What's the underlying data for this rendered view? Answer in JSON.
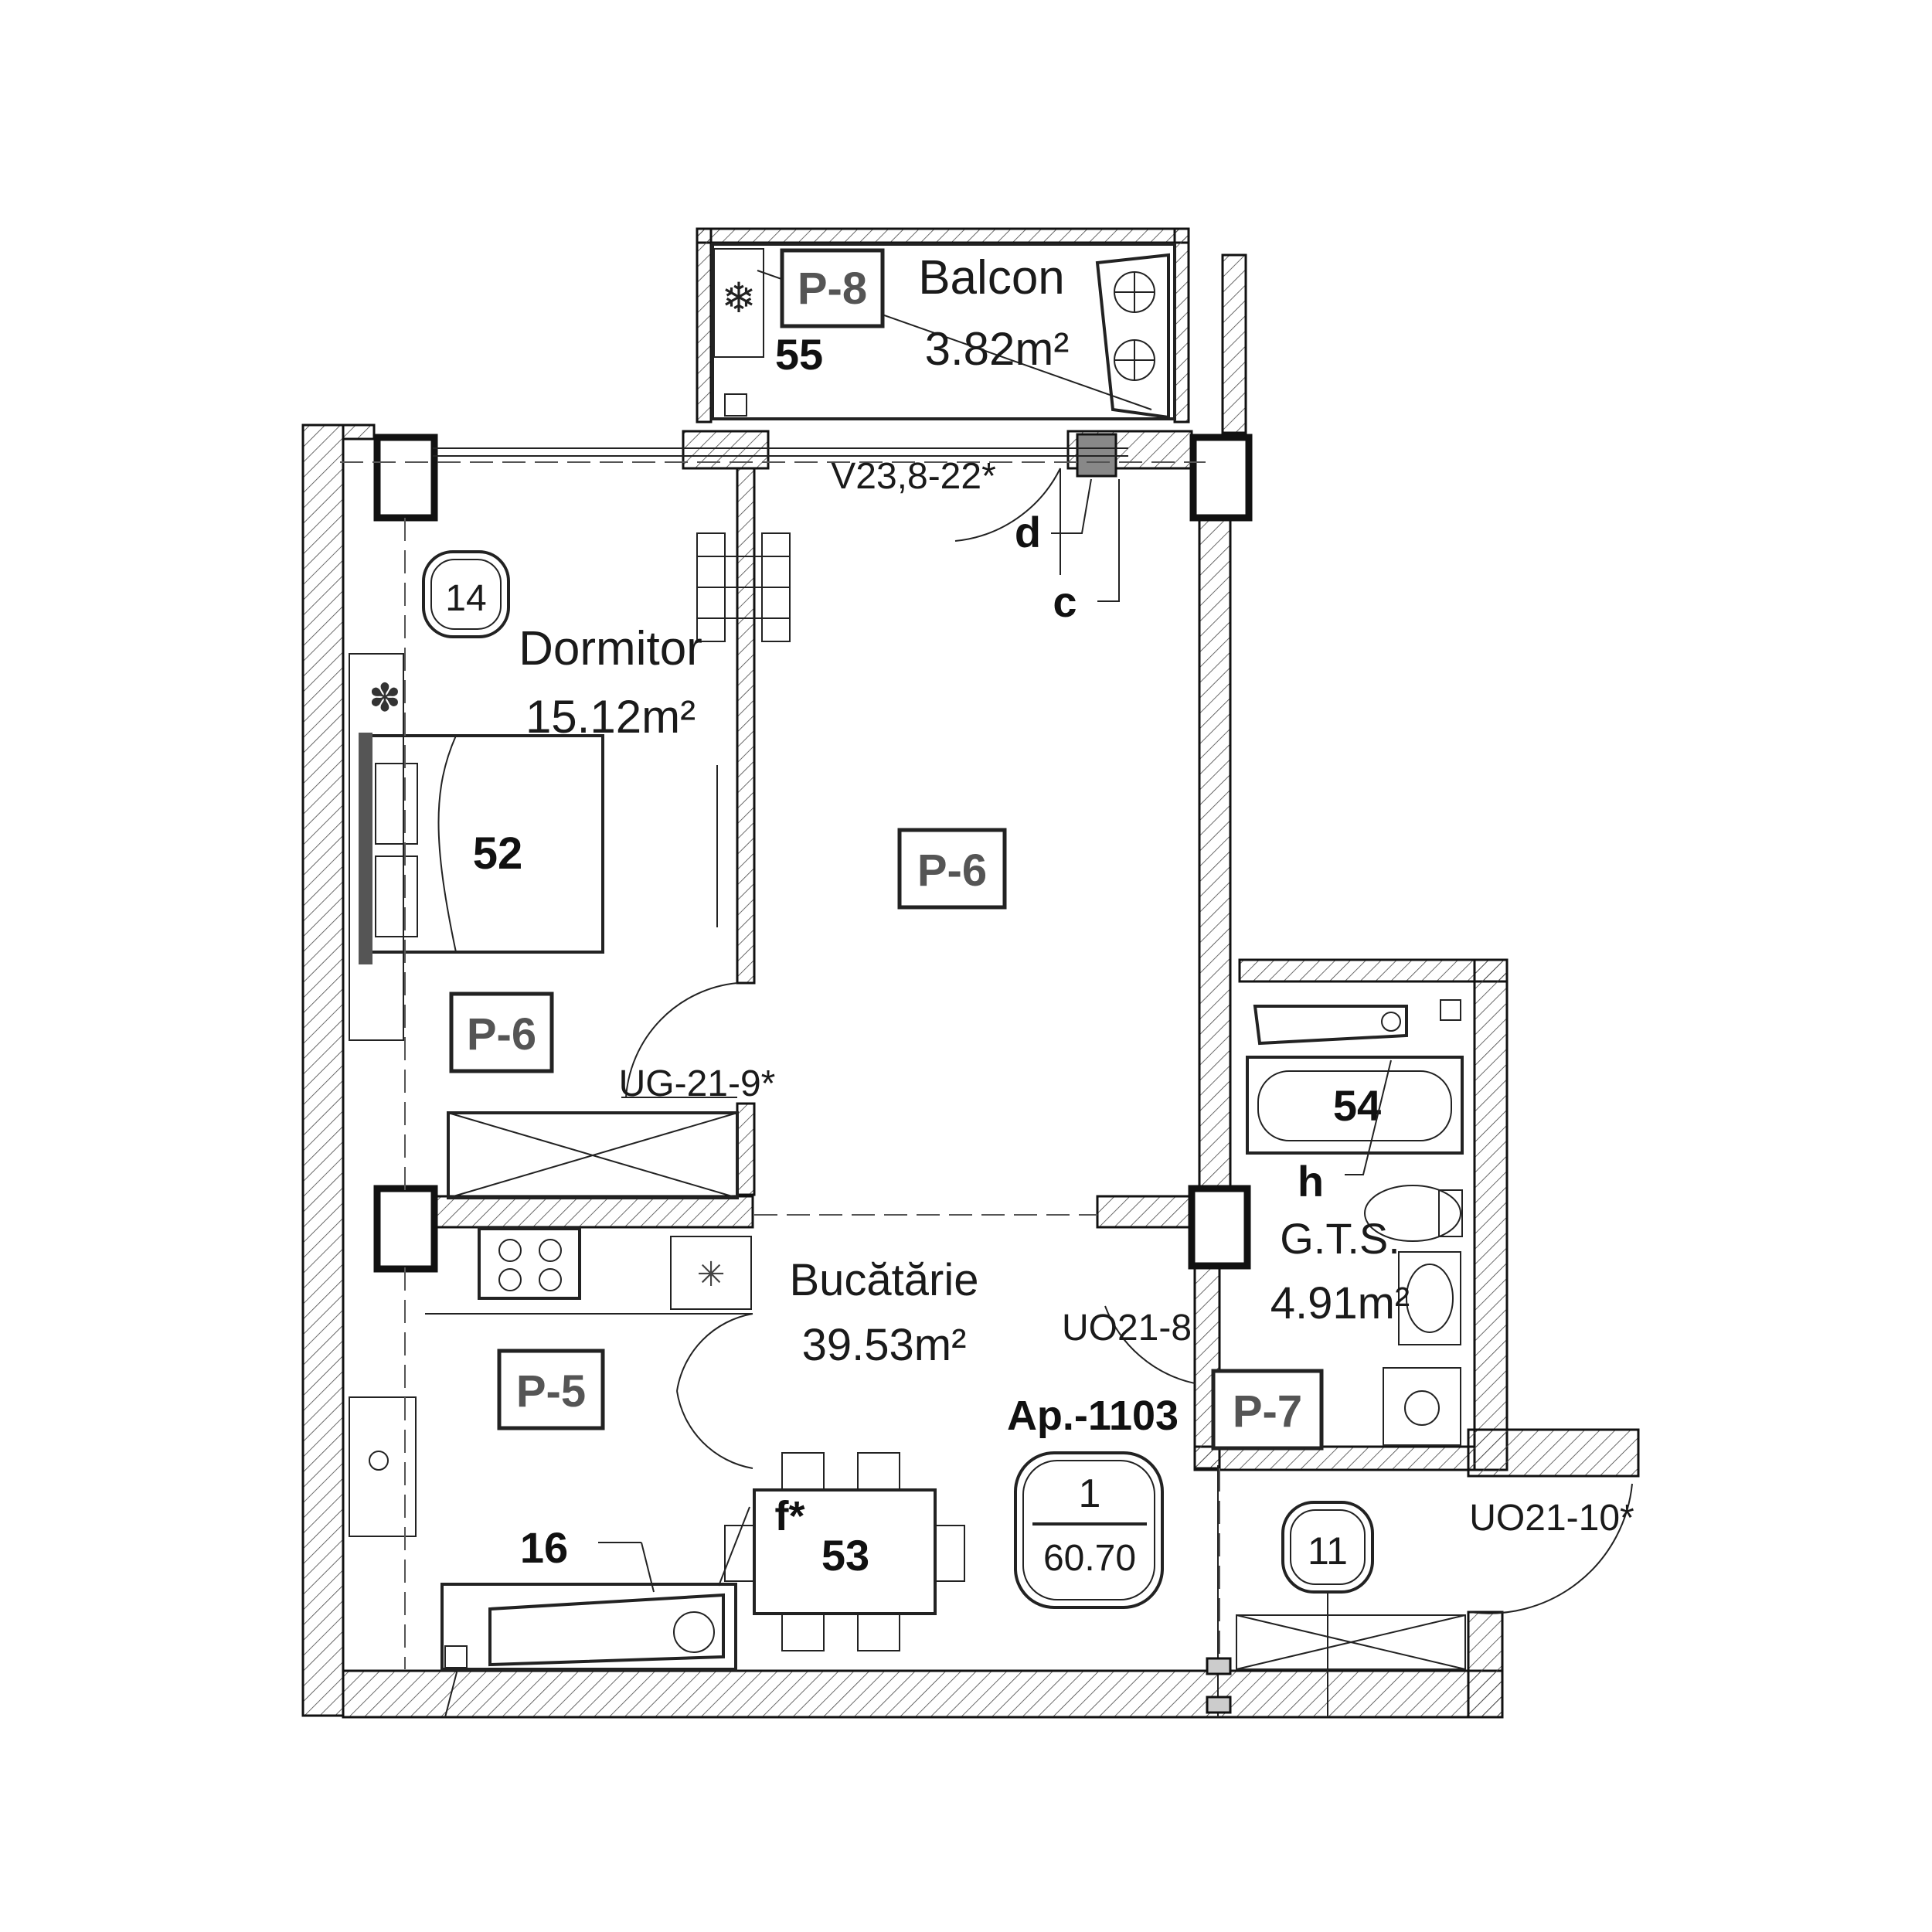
{
  "apartment": {
    "id": "Ap.-1103",
    "rooms_count": "1",
    "total_area": "60.70"
  },
  "rooms": {
    "balcony": {
      "name": "Balcon",
      "area": "3.82m²"
    },
    "bedroom": {
      "name": "Dormitor",
      "area": "15.12m²"
    },
    "kitchen": {
      "name": "Bucătărie",
      "area": "39.53m²"
    },
    "bathroom": {
      "name": "G.T.S.",
      "area": "4.91m²"
    }
  },
  "tags": {
    "p8": "P-8",
    "p6_bedroom": "P-6",
    "p6_living": "P-6",
    "p5": "P-5",
    "p7": "P-7"
  },
  "markers": {
    "m14": "14",
    "m11": "11"
  },
  "numbers": {
    "n55": "55",
    "n52": "52",
    "n54": "54",
    "n53": "53",
    "n16": "16"
  },
  "letters": {
    "d": "d",
    "c": "c",
    "h": "h",
    "f": "f*"
  },
  "door_codes": {
    "window": "V23,8-22*",
    "bedroom_door": "UG-21-9*",
    "bath_door": "UO21-8",
    "entry_door": "UO21-10*"
  }
}
